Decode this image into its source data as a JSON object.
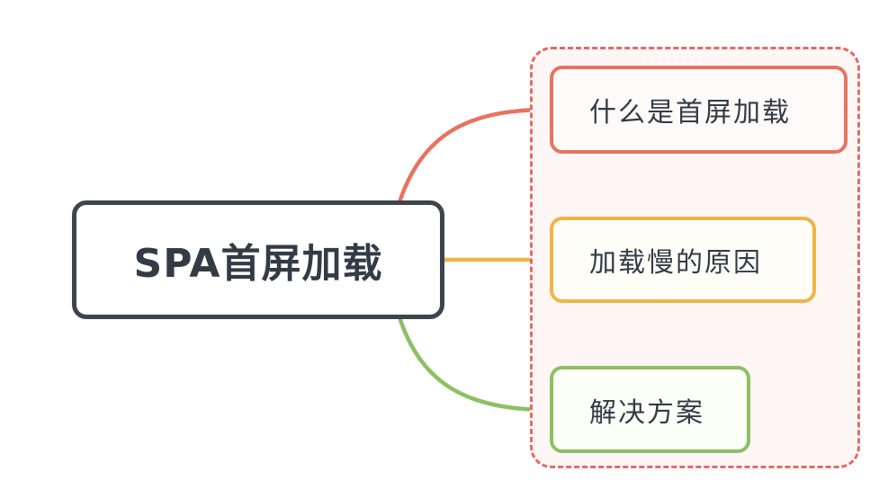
{
  "diagram": {
    "root": {
      "label": "SPA首屏加载",
      "color": "#3e444c"
    },
    "group": {
      "style": "dashed",
      "color": "#e36b65"
    },
    "children": [
      {
        "label": "什么是首屏加载",
        "color": "#e8735f"
      },
      {
        "label": "加载慢的原因",
        "color": "#eeb546"
      },
      {
        "label": "解决方案",
        "color": "#8cc063"
      }
    ]
  }
}
